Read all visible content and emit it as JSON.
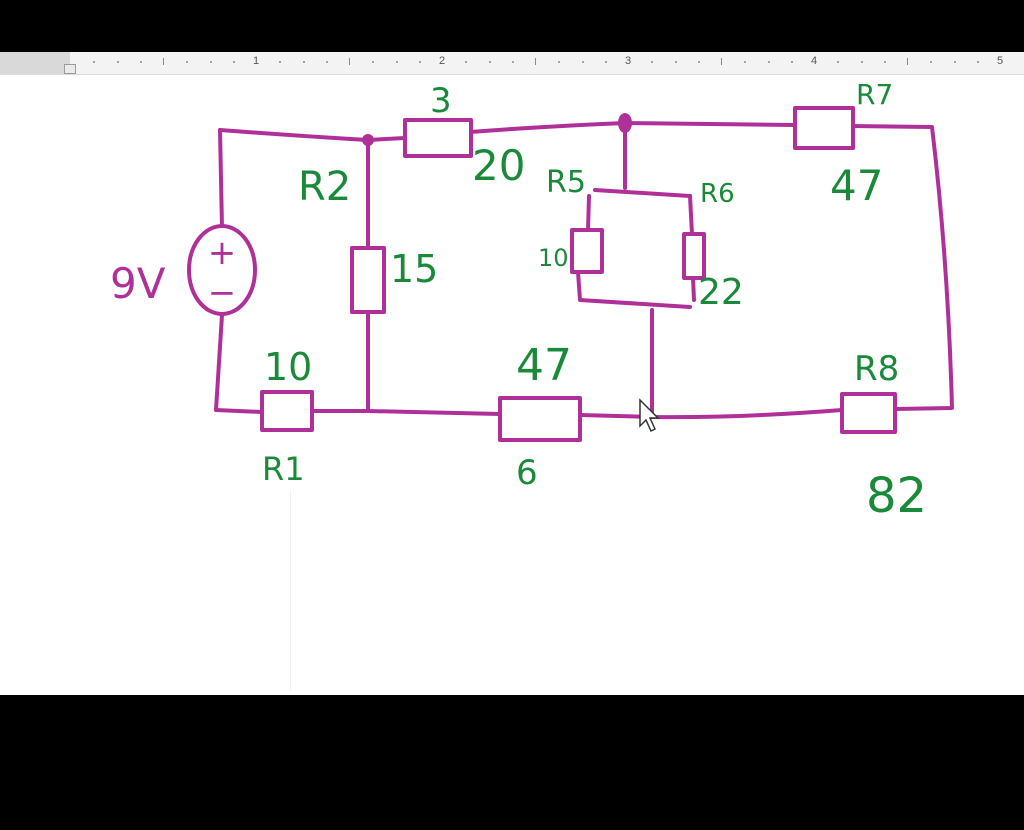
{
  "ruler": {
    "numbers": [
      "1",
      "2",
      "3",
      "4",
      "5"
    ]
  },
  "source": {
    "voltage_label": "9V",
    "plus": "+",
    "minus": "−"
  },
  "resistors": {
    "r1": {
      "name": "R1",
      "value": "10"
    },
    "r2": {
      "name": "R2",
      "value": "15"
    },
    "r3": {
      "name": "3",
      "value": "20"
    },
    "r5": {
      "name": "R5",
      "value": "10"
    },
    "r6": {
      "name": "R6",
      "value": "22"
    },
    "r7": {
      "name": "R7",
      "value": "47"
    },
    "r8": {
      "name": "R8",
      "value": "82"
    },
    "r_bottom_mid": {
      "name": "6",
      "value": "47"
    }
  },
  "colors": {
    "wire": "#b0309a",
    "label": "#1a8a3a",
    "background": "#ffffff",
    "frame": "#000000"
  }
}
